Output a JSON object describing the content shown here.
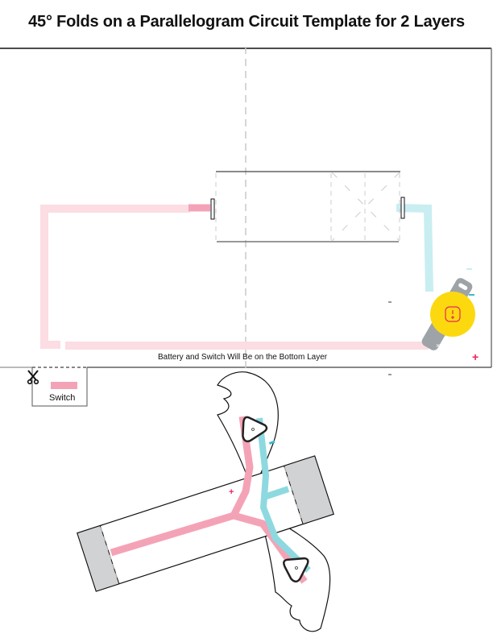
{
  "title": "45° Folds on a Parallelogram Circuit Template for 2 Layers",
  "template": {
    "caption": "Battery and Switch Will Be on the Bottom Layer",
    "battery_polarity": {
      "negative": "−",
      "positive": "+"
    }
  },
  "switch_tab": {
    "label": "Switch",
    "cut_icon": "scissors-icon"
  },
  "colors": {
    "pink_trace": "#f4a3b6",
    "pink_trace_light": "#fbdde3",
    "cyan_trace": "#8ed9e0",
    "cyan_trace_light": "#c8eef1",
    "battery_yellow": "#fcd90f",
    "battery_gray": "#9ea3a7",
    "led_end_gray": "#d1d2d4",
    "positive_red": "#e8275a",
    "negative_blue": "#3bb8d3"
  },
  "folded_preview": {
    "positive_marker": "+",
    "negative_marker": "−"
  }
}
